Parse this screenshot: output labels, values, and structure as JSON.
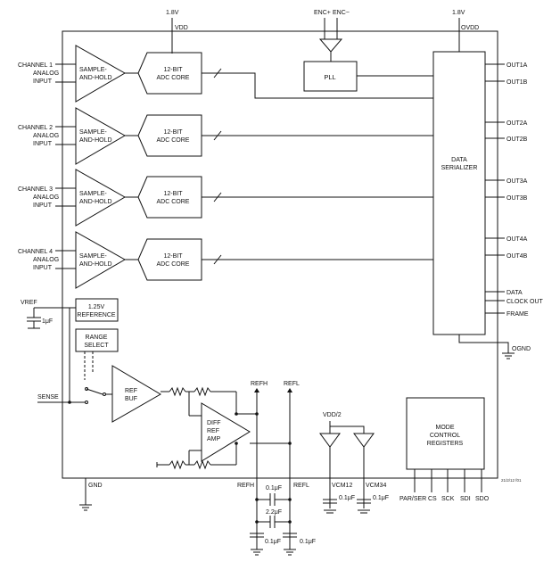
{
  "supply": {
    "vdd_value": "1.8V",
    "vdd_label": "VDD",
    "ovdd_value": "1.8V",
    "ovdd_label": "OVDD"
  },
  "enc": {
    "pos": "ENC+",
    "neg": "ENC−"
  },
  "pll": "PLL",
  "channels": [
    {
      "name": [
        "CHANNEL 1",
        "ANALOG",
        "INPUT"
      ],
      "sh": [
        "SAMPLE-",
        "AND-HOLD"
      ],
      "adc": [
        "12-BIT",
        "ADC CORE"
      ]
    },
    {
      "name": [
        "CHANNEL 2",
        "ANALOG",
        "INPUT"
      ],
      "sh": [
        "SAMPLE-",
        "AND-HOLD"
      ],
      "adc": [
        "12-BIT",
        "ADC CORE"
      ]
    },
    {
      "name": [
        "CHANNEL 3",
        "ANALOG",
        "INPUT"
      ],
      "sh": [
        "SAMPLE-",
        "AND-HOLD"
      ],
      "adc": [
        "12-BIT",
        "ADC CORE"
      ]
    },
    {
      "name": [
        "CHANNEL 4",
        "ANALOG",
        "INPUT"
      ],
      "sh": [
        "SAMPLE-",
        "AND-HOLD"
      ],
      "adc": [
        "12-BIT",
        "ADC CORE"
      ]
    }
  ],
  "serializer": [
    "DATA",
    "SERIALIZER"
  ],
  "outputs": [
    "OUT1A",
    "OUT1B",
    "OUT2A",
    "OUT2B",
    "OUT3A",
    "OUT3B",
    "OUT4A",
    "OUT4B"
  ],
  "clock_outputs": [
    "DATA",
    "CLOCK OUT",
    "FRAME"
  ],
  "ognd": "OGND",
  "vref": {
    "label": "VREF",
    "cap": "1μF"
  },
  "reference": [
    "1.25V",
    "REFERENCE"
  ],
  "range_select": [
    "RANGE",
    "SELECT"
  ],
  "sense": "SENSE",
  "ref_buf": [
    "REF",
    "BUF"
  ],
  "diff_amp": [
    "DIFF",
    "REF",
    "AMP"
  ],
  "refh": "REFH",
  "refl": "REFL",
  "vdd_half": "VDD/2",
  "vcm12": "VCM12",
  "vcm34": "VCM34",
  "cap_small": "0.1μF",
  "cap_big": "2.2μF",
  "gnd": "GND",
  "mode_registers": [
    "MODE",
    "CONTROL",
    "REGISTERS"
  ],
  "control_pins": [
    "PAR/SER",
    "CS",
    "SCK",
    "SDI",
    "SDO"
  ],
  "figure_id": "21/2/12 f01"
}
